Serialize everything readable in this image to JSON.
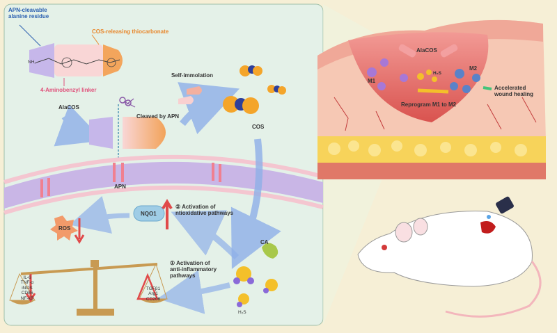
{
  "labels": {
    "apn_cleavable": "APN-cleavable\nalanine residue",
    "cos_releasing": "COS-releasing thiocarbonate",
    "linker": "4-Aminobenzyl linker",
    "alacos_left": "AlaCOS",
    "self_immolation": "Self-immolation",
    "cleaved_by_apn": "Cleaved by APN",
    "cos": "COS",
    "apn": "APN",
    "nqo1": "NQO1",
    "activation_antioxidative": "② Activation of\nntioxidative pathways",
    "ros": "ROS",
    "ca": "CA",
    "activation_antiinflammatory": "① Activation of\nanti-inflammatory\npathways",
    "h2s_left": "H₂S",
    "scale_left_items": [
      "IL-6",
      "TNF-α",
      "iNOS",
      "CD86",
      "NF-κB"
    ],
    "scale_right_items": [
      "TGFβ1",
      "Arg1",
      "CD206"
    ],
    "alacos_wound": "AlaCOS",
    "m1": "M1",
    "m2": "M2",
    "h2s_wound": "H₂S",
    "reprogram": "Reprogram M1 to M2",
    "accelerated": "Accelerated\nwound healing",
    "nh2": "NH₂"
  },
  "colors": {
    "panel_bg": "#e4f1e8",
    "outer_bg": "#f6efd6",
    "membrane_pink": "#f4c6d0",
    "membrane_purple": "#c9b6e6",
    "arrow_blue": "#8fb0e8",
    "up_red": "#e04a4a",
    "cos_orange": "#f4a52a",
    "cos_blue": "#2e3f9a",
    "skin_red": "#d9534f",
    "fat_yellow": "#f7d35a"
  }
}
